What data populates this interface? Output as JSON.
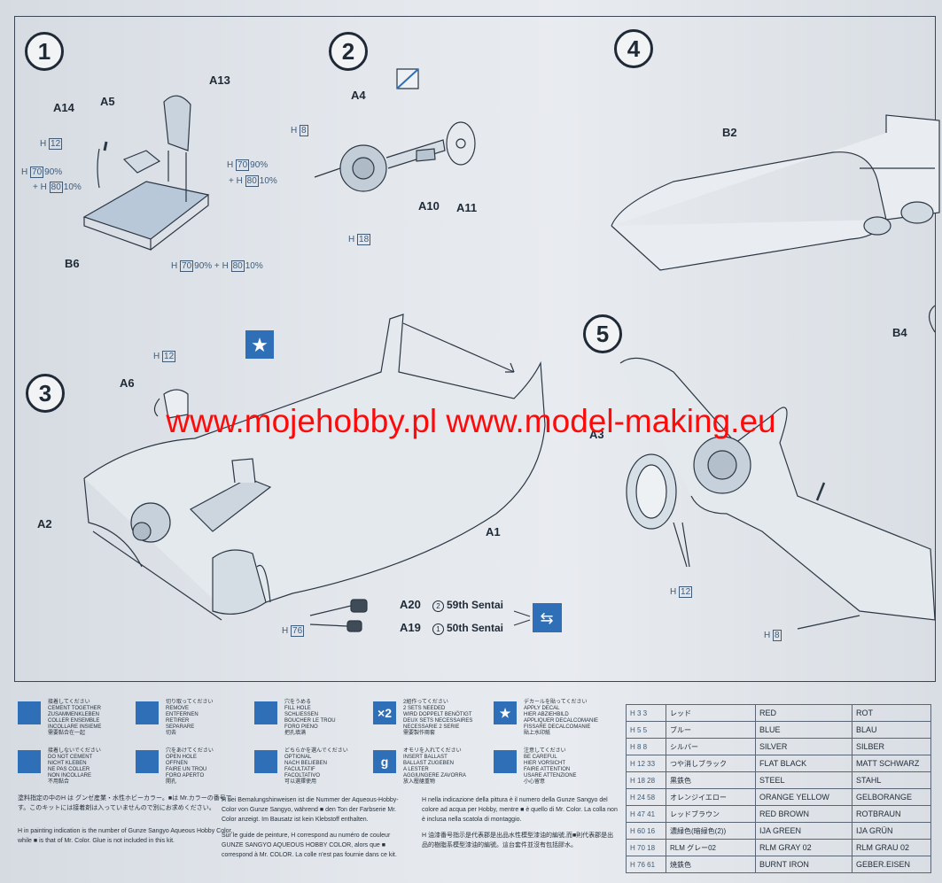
{
  "steps": [
    "1",
    "2",
    "3",
    "4",
    "5"
  ],
  "parts": {
    "a13": "A13",
    "a14": "A14",
    "a5": "A5",
    "b6": "B6",
    "a4": "A4",
    "a10": "A10",
    "a11": "A11",
    "b2": "B2",
    "b4": "B4",
    "a6": "A6",
    "a2": "A2",
    "a1": "A1",
    "a3": "A3",
    "a20": "A20",
    "a19": "A19"
  },
  "color_refs": {
    "s1_h12": "12",
    "s1_h70": "70",
    "s1_h70_pct": "90%",
    "s1_h80": "80",
    "s1_h80_pct": "10%",
    "s1_plus": "+",
    "s1_h70b": "70",
    "s1_h70b_pct": "90%",
    "s1_h80b": "80",
    "s1_h80b_pct": "10%",
    "s1_mix_a": "70",
    "s1_mix_a_pct": "90%",
    "s1_mix_b": "80",
    "s1_mix_b_pct": "10%",
    "s2_h8": "8",
    "s2_h18": "18",
    "s3_h12": "12",
    "s3_h76": "76",
    "s5_h12": "12",
    "s5_h8": "8"
  },
  "h_prefix": "H",
  "sentai": [
    {
      "num": "2",
      "label": "59th Sentai"
    },
    {
      "num": "1",
      "label": "50th Sentai"
    }
  ],
  "watermark": "www.mojehobby.pl www.model-making.eu",
  "legend": [
    {
      "icon": "cement-icon",
      "text": "接着してください\nCEMENT TOGETHER\nZUSAMMENKLEBEN\nCOLLER ENSEMBLE\nINCOLLARE INSIEME\n需要黏合在一起"
    },
    {
      "icon": "remove-icon",
      "text": "切り取ってください\nREMOVE\nENTFERNEN\nRETIRER\nSEPARARE\n切去"
    },
    {
      "icon": "fill-hole-icon",
      "text": "穴をうめる\nFILL HOLE\nSCHLIESSEN\nBOUCHER LE TROU\nFORO PIENO\n把孔填满"
    },
    {
      "icon": "x2-icon",
      "text": "2組作ってください\n2 SETS NEEDED\nWIRD DOPPELT BENÖTIGT\nDEUX SETS NECESSAIRES\nNECESSARIE 2 SERIE\n需要製作兩套"
    },
    {
      "icon": "decal-icon",
      "text": "デカールを貼ってください\nAPPLY DECAL\nHIER ABZIEHBILD\nAPPLIQUER DECALCOMANIE\nFISSARE DECALCOMANIE\n貼上水印紙"
    },
    {
      "icon": "no-cement-icon",
      "text": "接着しないでください\nDO NOT CEMENT\nNICHT KLEBEN\nNE PAS COLLER\nNON INCOLLARE\n不用黏合"
    },
    {
      "icon": "open-hole-icon",
      "text": "穴をあけてください\nOPEN HOLE\nOFFNEN\nFAIRE UN TROU\nFORO APERTO\n開孔"
    },
    {
      "icon": "optional-icon",
      "text": "どちらかを選んでください\nOPTIONAL\nNACH BELIEBEN\nFACULTATIF\nFACOLTATIVO\n可以選擇使用"
    },
    {
      "icon": "ballast-icon",
      "text": "オモリを入れてください\nINSERT BALLAST\nBALLAST ZUGEBEN\nA LESTER\nAGGIUNGERE ZAVORRA\n放入壓艙重物"
    },
    {
      "icon": "careful-icon",
      "text": "注意してください\nBE CAREFUL\nHIER VORSICHT\nFAIRE ATTENTION\nUSARE ATTENZIONE\n小心留意"
    }
  ],
  "legend_symbols": [
    "",
    "",
    "",
    "×2",
    "★",
    "",
    "",
    "",
    "g",
    ""
  ],
  "notes": {
    "jp": "塗料指定の中のH は グンゼ産業・水性ホビーカラー。■は Mr.カラーの番号です。このキットには接着剤は入っていませんので別にお求めください。",
    "en": "H  in painting indication is the number of Gunze Sangyo Aqueous Hobby Color, while ■ is that of Mr. Color. Glue is not included in this kit.",
    "de": "H  bei Bemalungshinweisen ist die Nummer der Aqueous-Hobby-Color von Gunze Sangyo, während ■ den Ton der Farbserie Mr. Color anzeigt. Im Bausatz ist kein Klebstoff enthalten.",
    "fr": "Sur le guide de peinture, H  correspond au numéro de couleur GUNZE SANGYO AQUEOUS HOBBY COLOR, alors que ■ correspond à Mr. COLOR. La colle n'est pas fournie dans ce kit.",
    "it": "H  nella indicazione della pittura è il numero della Gunze Sangyo del colore ad acqua per Hobby, mentre ■ è quello di Mr. Color. La colla non è inclusa nella scatola di montaggio.",
    "cn": "H 油漆番号指示是代表郡是出品水性模型漆油的編號,而■則代表郡是出品的樹脂系模型漆油的編號。這台套件並沒有包括膠水。"
  },
  "paint_table": [
    {
      "h": "3",
      "m": "3",
      "jp": "レッド",
      "en": "RED",
      "de": "ROT"
    },
    {
      "h": "5",
      "m": "5",
      "jp": "ブルー",
      "en": "BLUE",
      "de": "BLAU"
    },
    {
      "h": "8",
      "m": "8",
      "jp": "シルバー",
      "en": "SILVER",
      "de": "SILBER"
    },
    {
      "h": "12",
      "m": "33",
      "jp": "つや消しブラック",
      "en": "FLAT BLACK",
      "de": "MATT SCHWARZ"
    },
    {
      "h": "18",
      "m": "28",
      "jp": "黒鉄色",
      "en": "STEEL",
      "de": "STAHL"
    },
    {
      "h": "24",
      "m": "58",
      "jp": "オレンジイエロー",
      "en": "ORANGE YELLOW",
      "de": "GELBORANGE"
    },
    {
      "h": "47",
      "m": "41",
      "jp": "レッドブラウン",
      "en": "RED BROWN",
      "de": "ROTBRAUN"
    },
    {
      "h": "60",
      "m": "16",
      "jp": "濃緑色(暗緑色(2))",
      "en": "IJA GREEN",
      "de": "IJA GRÜN"
    },
    {
      "h": "70",
      "m": "18",
      "jp": "RLM グレー02",
      "en": "RLM GRAY 02",
      "de": "RLM GRAU 02"
    },
    {
      "h": "76",
      "m": "61",
      "jp": "焼鉄色",
      "en": "BURNT IRON",
      "de": "GEBER.EISEN"
    }
  ]
}
